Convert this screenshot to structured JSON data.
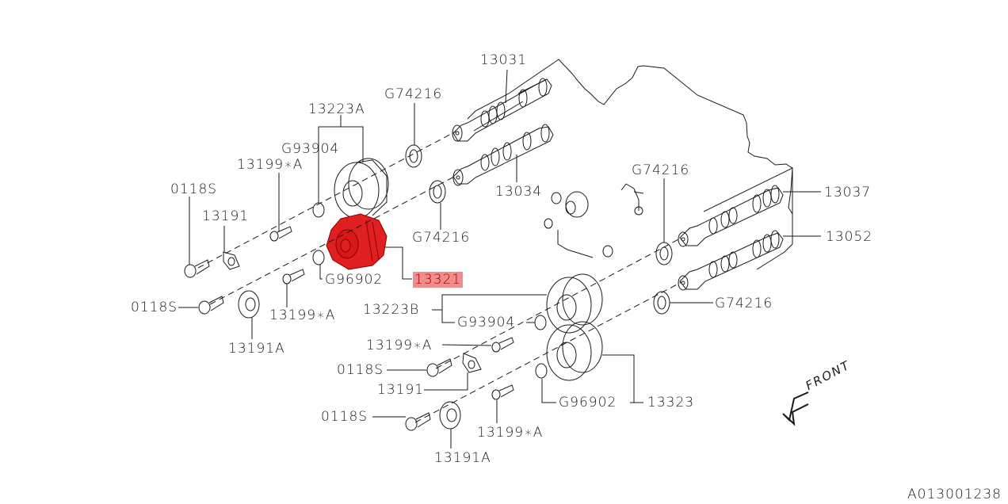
{
  "diagram": {
    "title": "Camshaft & Timing Sprocket Parts Diagram",
    "highlight_color": "#e02020",
    "highlight_label_bg": "#f28b8b",
    "reference_code": "A013001238",
    "direction_label": "FRONT",
    "labels": [
      {
        "id": "13031",
        "text": "13031",
        "highlighted": false
      },
      {
        "id": "G74216-top",
        "text": "G74216",
        "highlighted": false
      },
      {
        "id": "13223A",
        "text": "13223A",
        "highlighted": false
      },
      {
        "id": "G93904-top",
        "text": "G93904",
        "highlighted": false
      },
      {
        "id": "13199A-top",
        "text": "13199∗A",
        "highlighted": false
      },
      {
        "id": "0118S-top",
        "text": "0118S",
        "highlighted": false
      },
      {
        "id": "13191-top",
        "text": "13191",
        "highlighted": false
      },
      {
        "id": "13034",
        "text": "13034",
        "highlighted": false
      },
      {
        "id": "G74216-mid",
        "text": "G74216",
        "highlighted": false
      },
      {
        "id": "G96902-top",
        "text": "G96902",
        "highlighted": false
      },
      {
        "id": "13321",
        "text": "13321",
        "highlighted": true
      },
      {
        "id": "0118S-mid",
        "text": "0118S",
        "highlighted": false
      },
      {
        "id": "13199A-mid",
        "text": "13199∗A",
        "highlighted": false
      },
      {
        "id": "13191A-top",
        "text": "13191A",
        "highlighted": false
      },
      {
        "id": "G74216-right",
        "text": "G74216",
        "highlighted": false
      },
      {
        "id": "13037",
        "text": "13037",
        "highlighted": false
      },
      {
        "id": "13052",
        "text": "13052",
        "highlighted": false
      },
      {
        "id": "G74216-right-low",
        "text": "G74216",
        "highlighted": false
      },
      {
        "id": "13223B",
        "text": "13223B",
        "highlighted": false
      },
      {
        "id": "G93904-low",
        "text": "G93904",
        "highlighted": false
      },
      {
        "id": "13199A-low",
        "text": "13199∗A",
        "highlighted": false
      },
      {
        "id": "0118S-low",
        "text": "0118S",
        "highlighted": false
      },
      {
        "id": "13191-low",
        "text": "13191",
        "highlighted": false
      },
      {
        "id": "G96902-low",
        "text": "G96902",
        "highlighted": false
      },
      {
        "id": "13323",
        "text": "13323",
        "highlighted": false
      },
      {
        "id": "0118S-bottom",
        "text": "0118S",
        "highlighted": false
      },
      {
        "id": "13199A-bottom",
        "text": "13199∗A",
        "highlighted": false
      },
      {
        "id": "13191A-bottom",
        "text": "13191A",
        "highlighted": false
      }
    ]
  }
}
